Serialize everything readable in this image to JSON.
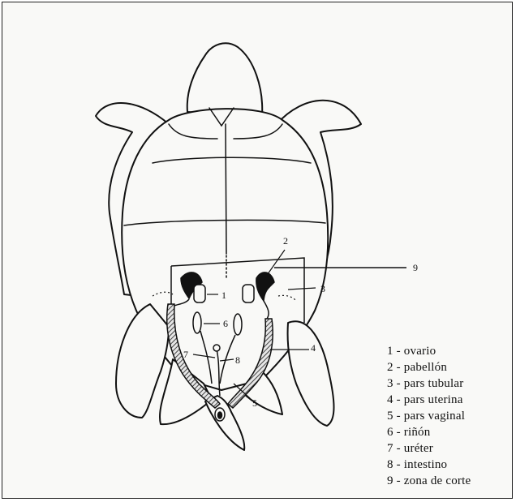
{
  "labels": {
    "n1": "1",
    "n2": "2",
    "n3": "3",
    "n4": "4",
    "n5": "5",
    "n6": "6",
    "n7": "7",
    "n8": "8",
    "n9": "9"
  },
  "legend": [
    "1 - ovario",
    "2 - pabellón",
    "3 - pars tubular",
    "4 - pars uterina",
    "5 - pars vaginal",
    "6 - riñón",
    "7 - uréter",
    "8 - intestino",
    "9 - zona de corte"
  ],
  "colors": {
    "ink": "#111111",
    "background": "#f9f9f7",
    "pabellon_fill": "#111111",
    "uterina_hatch": "#555555"
  }
}
